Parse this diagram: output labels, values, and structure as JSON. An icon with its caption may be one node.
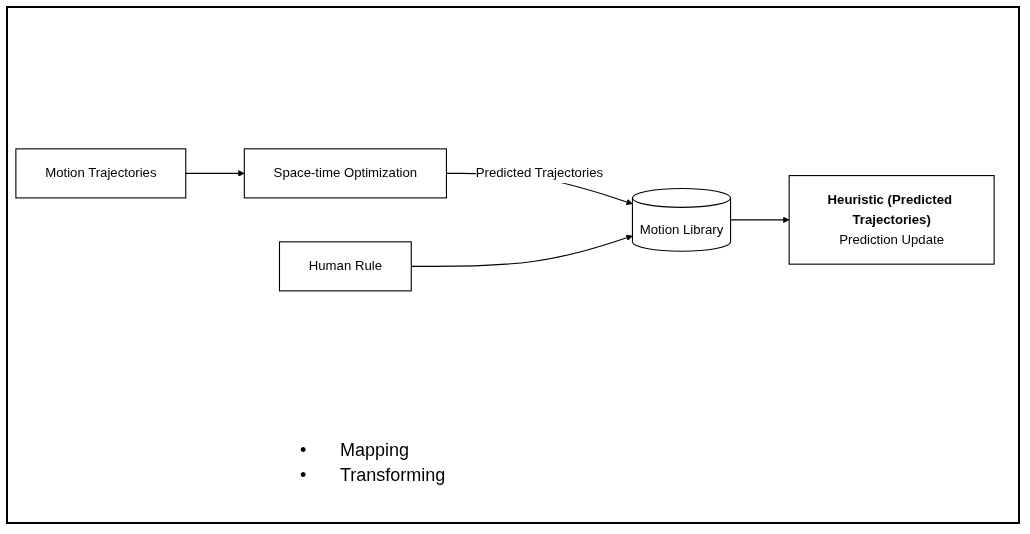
{
  "diagram": {
    "nodes": [
      {
        "text": [
          "Motion Trajectories"
        ]
      },
      {
        "text": [
          "Space-time Optimization"
        ]
      },
      {
        "text": [
          "Human Rule"
        ]
      },
      {
        "text": [
          "Motion Library"
        ]
      },
      {
        "text": [
          "Heuristic (Predicted Trajectories)",
          "Prediction Update"
        ]
      }
    ],
    "edges": [
      {
        "from": 0,
        "to": 1,
        "arrow": "to"
      },
      {
        "from": 1,
        "to": 3,
        "arrow": "to",
        "label": "Predicted Trajectories"
      },
      {
        "from": 2,
        "to": 3,
        "arrow": "to"
      },
      {
        "from": 3,
        "to": 4,
        "arrow": "to"
      }
    ],
    "labels": [
      "•",
      "Mapping",
      "•",
      "Transforming"
    ]
  }
}
